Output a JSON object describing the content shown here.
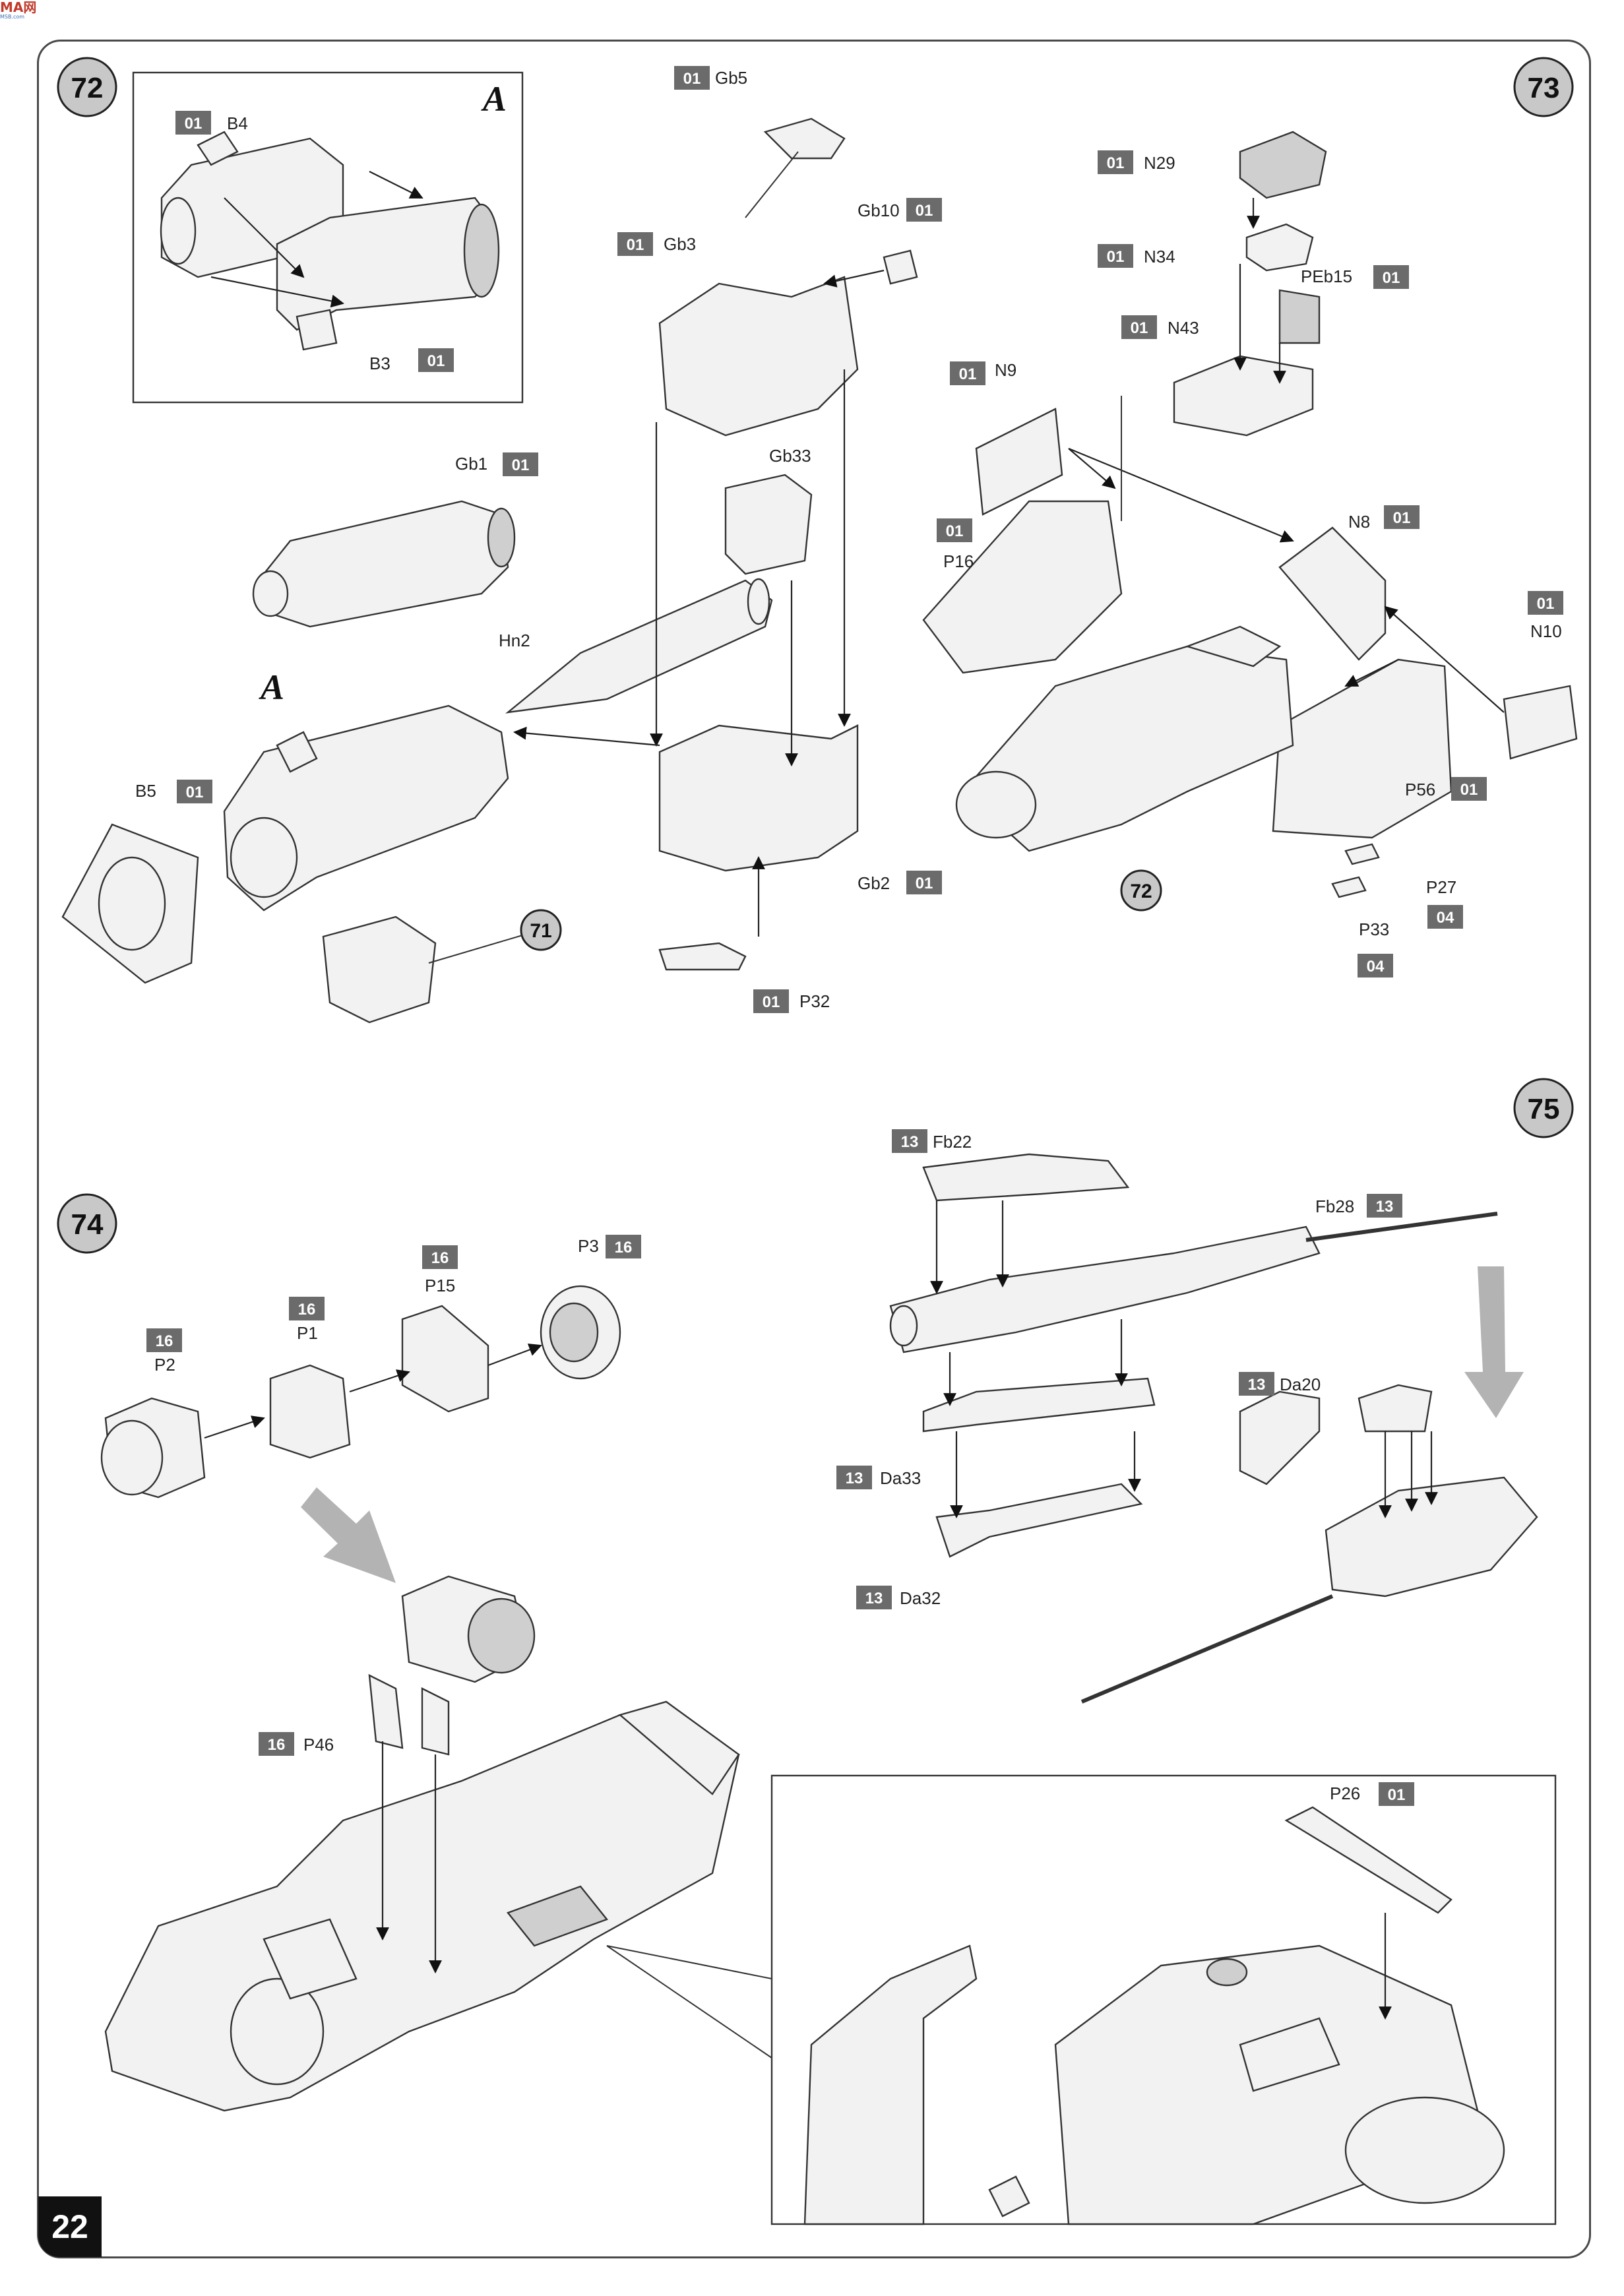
{
  "page_number": "22",
  "steps": [
    {
      "number": "72",
      "callout_letter": "A",
      "sub_ref": "71",
      "parts": [
        {
          "code": "01",
          "label": "B4"
        },
        {
          "code": "01",
          "label": "B3"
        },
        {
          "code": "01",
          "label": "Gb1"
        },
        {
          "code": "01",
          "label": "B5"
        },
        {
          "code": "",
          "label": "Hn2"
        },
        {
          "code": "01",
          "label": "Gb5"
        },
        {
          "code": "01",
          "label": "Gb10"
        },
        {
          "code": "01",
          "label": "Gb3"
        },
        {
          "code": "",
          "label": "Gb33"
        },
        {
          "code": "01",
          "label": "Gb2"
        },
        {
          "code": "01",
          "label": "P32"
        }
      ]
    },
    {
      "number": "73",
      "sub_ref": "72",
      "parts": [
        {
          "code": "01",
          "label": "N29"
        },
        {
          "code": "01",
          "label": "N34"
        },
        {
          "code": "01",
          "label": "PEb15"
        },
        {
          "code": "01",
          "label": "N43"
        },
        {
          "code": "01",
          "label": "N9"
        },
        {
          "code": "01",
          "label": "P16"
        },
        {
          "code": "01",
          "label": "N8"
        },
        {
          "code": "01",
          "label": "N10"
        },
        {
          "code": "01",
          "label": "P56"
        },
        {
          "code": "04",
          "label": "P27"
        },
        {
          "code": "04",
          "label": "P33"
        }
      ]
    },
    {
      "number": "74",
      "parts": [
        {
          "code": "16",
          "label": "P2"
        },
        {
          "code": "16",
          "label": "P1"
        },
        {
          "code": "16",
          "label": "P15"
        },
        {
          "code": "16",
          "label": "P3"
        },
        {
          "code": "16",
          "label": "P46"
        },
        {
          "code": "01",
          "label": "P26"
        }
      ]
    },
    {
      "number": "75",
      "parts": [
        {
          "code": "13",
          "label": "Fb22"
        },
        {
          "code": "13",
          "label": "Fb28"
        },
        {
          "code": "13",
          "label": "Da20"
        },
        {
          "code": "13",
          "label": "Da33"
        },
        {
          "code": "13",
          "label": "Da32"
        }
      ]
    }
  ]
}
